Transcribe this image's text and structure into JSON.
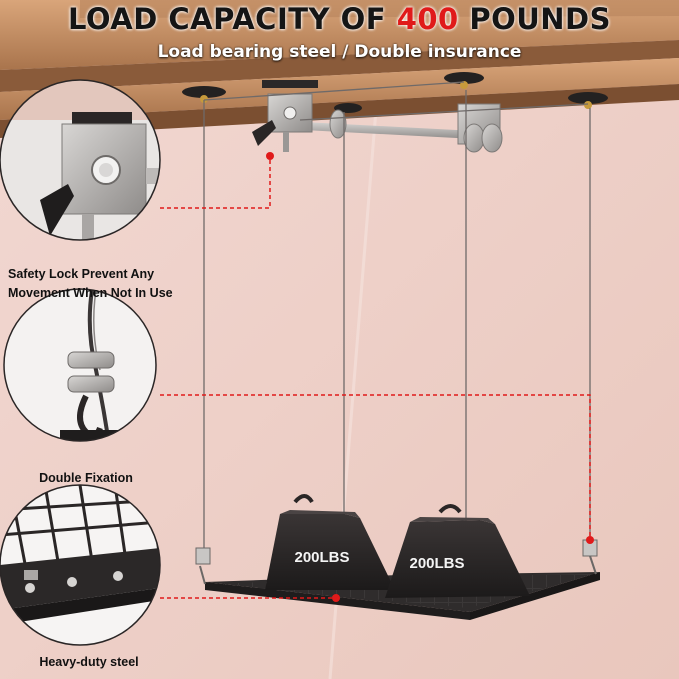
{
  "headline": {
    "prefix": "LOAD CAPACITY OF ",
    "highlight": "400",
    "suffix": " POUNDS"
  },
  "subline": "Load bearing steel / Double insurance",
  "callouts": [
    {
      "line1": "Safety Lock Prevent Any",
      "line2": "Movement When Not In Use"
    },
    {
      "line1": "Double Fixation"
    },
    {
      "line1": "Heavy-duty steel"
    }
  ],
  "weights": [
    {
      "label": "200LBS"
    },
    {
      "label": "200LBS"
    }
  ],
  "colors": {
    "accent": "#e01a1a",
    "wall": "#efd3cc",
    "wood": "#c9956a",
    "steel": "#2a2626",
    "bracket": "#b5b2b0"
  }
}
